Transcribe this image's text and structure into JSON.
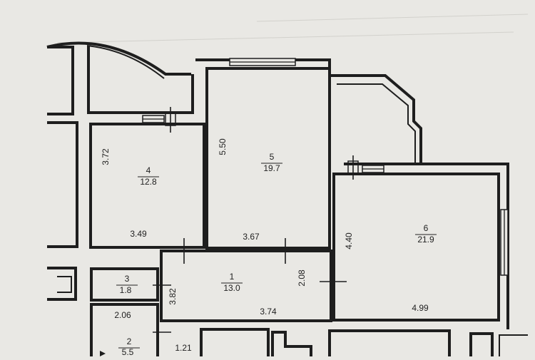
{
  "rooms": [
    {
      "id": "4",
      "number": "4",
      "area": "12.8"
    },
    {
      "id": "5",
      "number": "5",
      "area": "19.7"
    },
    {
      "id": "6",
      "number": "6",
      "area": "21.9"
    },
    {
      "id": "1",
      "number": "1",
      "area": "13.0"
    },
    {
      "id": "3",
      "number": "3",
      "area": "1.8"
    },
    {
      "id": "2",
      "number": "2",
      "area": "5.5"
    }
  ],
  "dimensions": {
    "room4_height": "3.72",
    "room4_width": "3.49",
    "room5_height": "5.50",
    "room5_width": "3.67",
    "room6_height": "4.40",
    "room6_width": "4.99",
    "room1_depth": "2.08",
    "room1_width": "3.74",
    "room1_side": "3.82",
    "room2_width": "2.06",
    "bottom_gap": "1.21"
  },
  "colors": {
    "paper": "#e9e8e4",
    "line": "#1e1e1e"
  }
}
